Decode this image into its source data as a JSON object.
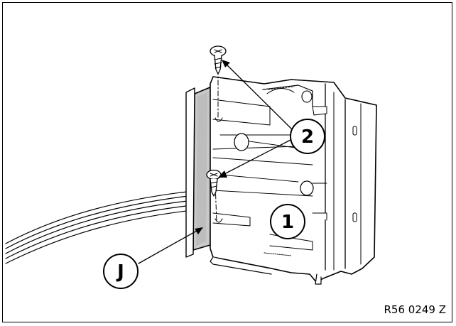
{
  "diagram": {
    "callouts": [
      {
        "id": "component",
        "label": "1"
      },
      {
        "id": "screws",
        "label": "2"
      },
      {
        "id": "connector",
        "label": "J"
      }
    ],
    "reference_code": "R56 0249 Z"
  }
}
